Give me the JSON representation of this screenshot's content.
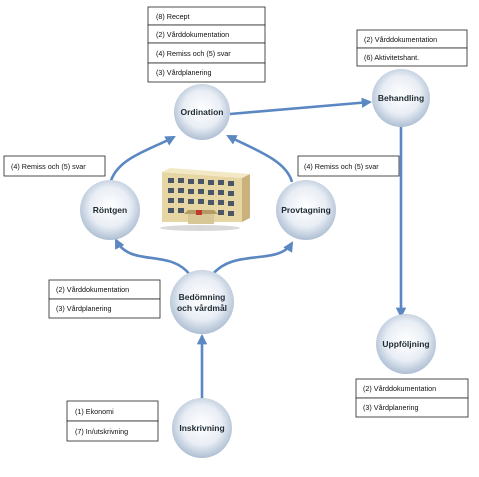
{
  "colors": {
    "arrow": "#5b87c2",
    "node_center": "#ffffff",
    "node_edge": "#aebfd3",
    "box_border": "#222222",
    "text": "#1f2a33"
  },
  "nodes": {
    "ordination": {
      "label": "Ordination"
    },
    "behandling": {
      "label": "Behandling"
    },
    "rontgen": {
      "label": "Röntgen"
    },
    "provtagning": {
      "label": "Provtagning"
    },
    "bedomning": {
      "label_line1": "Bedömning",
      "label_line2": "och vårdmål"
    },
    "uppfoljning": {
      "label": "Uppföljning"
    },
    "inskrivning": {
      "label": "Inskrivning"
    }
  },
  "boxes": {
    "ordination": [
      "(8) Recept",
      "(2) Vårddokumentation",
      "(4) Remiss och (5) svar",
      "(3) Vårdplanering"
    ],
    "behandling": [
      "(2) Vårddokumentation",
      "(6) Aktivitetshant."
    ],
    "rontgen": [
      "(4) Remiss och (5) svar"
    ],
    "provtagning": [
      "(4) Remiss och (5) svar"
    ],
    "bedomning": [
      "(2) Vårddokumentation",
      "(3) Vårdplanering"
    ],
    "uppfoljning": [
      "(2) Vårddokumentation",
      "(3) Vårdplanering"
    ],
    "inskrivning": [
      "(1) Ekonomi",
      "(7) In/utskrivning"
    ]
  },
  "illustration": {
    "icon": "hospital-building-icon"
  }
}
